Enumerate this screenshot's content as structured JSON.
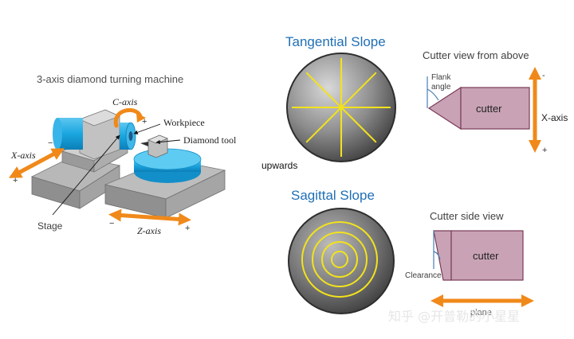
{
  "machine": {
    "title": "3-axis diamond turning machine",
    "c_axis": "C-axis",
    "workpiece": "Workpiece",
    "diamond_tool": "Diamond tool",
    "x_axis": "X-axis",
    "z_axis": "Z-axis",
    "stage": "Stage",
    "minus": "−",
    "plus": "+"
  },
  "tangential": {
    "title": "Tangential Slope",
    "upwards": "upwards",
    "line_color": "#f2e21c"
  },
  "sagittal": {
    "title": "Sagittal Slope",
    "ring_color": "#f2e21c"
  },
  "cutter_top": {
    "title": "Cutter view from above",
    "flank_line1": "Flank",
    "flank_line2": "angle",
    "cutter_label": "cutter",
    "axis_label": "X-axis",
    "minus": "-",
    "plus": "+"
  },
  "cutter_side": {
    "title": "Cutter side view",
    "cutter_label": "cutter",
    "clearance": "Clearance",
    "under_arrow": "plane"
  },
  "colors": {
    "cutter_fill": "#c9a3b5",
    "cutter_stroke": "#7a3b58",
    "arrow_orange": "#f0891a",
    "title_blue": "#1f6fb5"
  },
  "watermark": "知乎 @开普勒的小星星"
}
